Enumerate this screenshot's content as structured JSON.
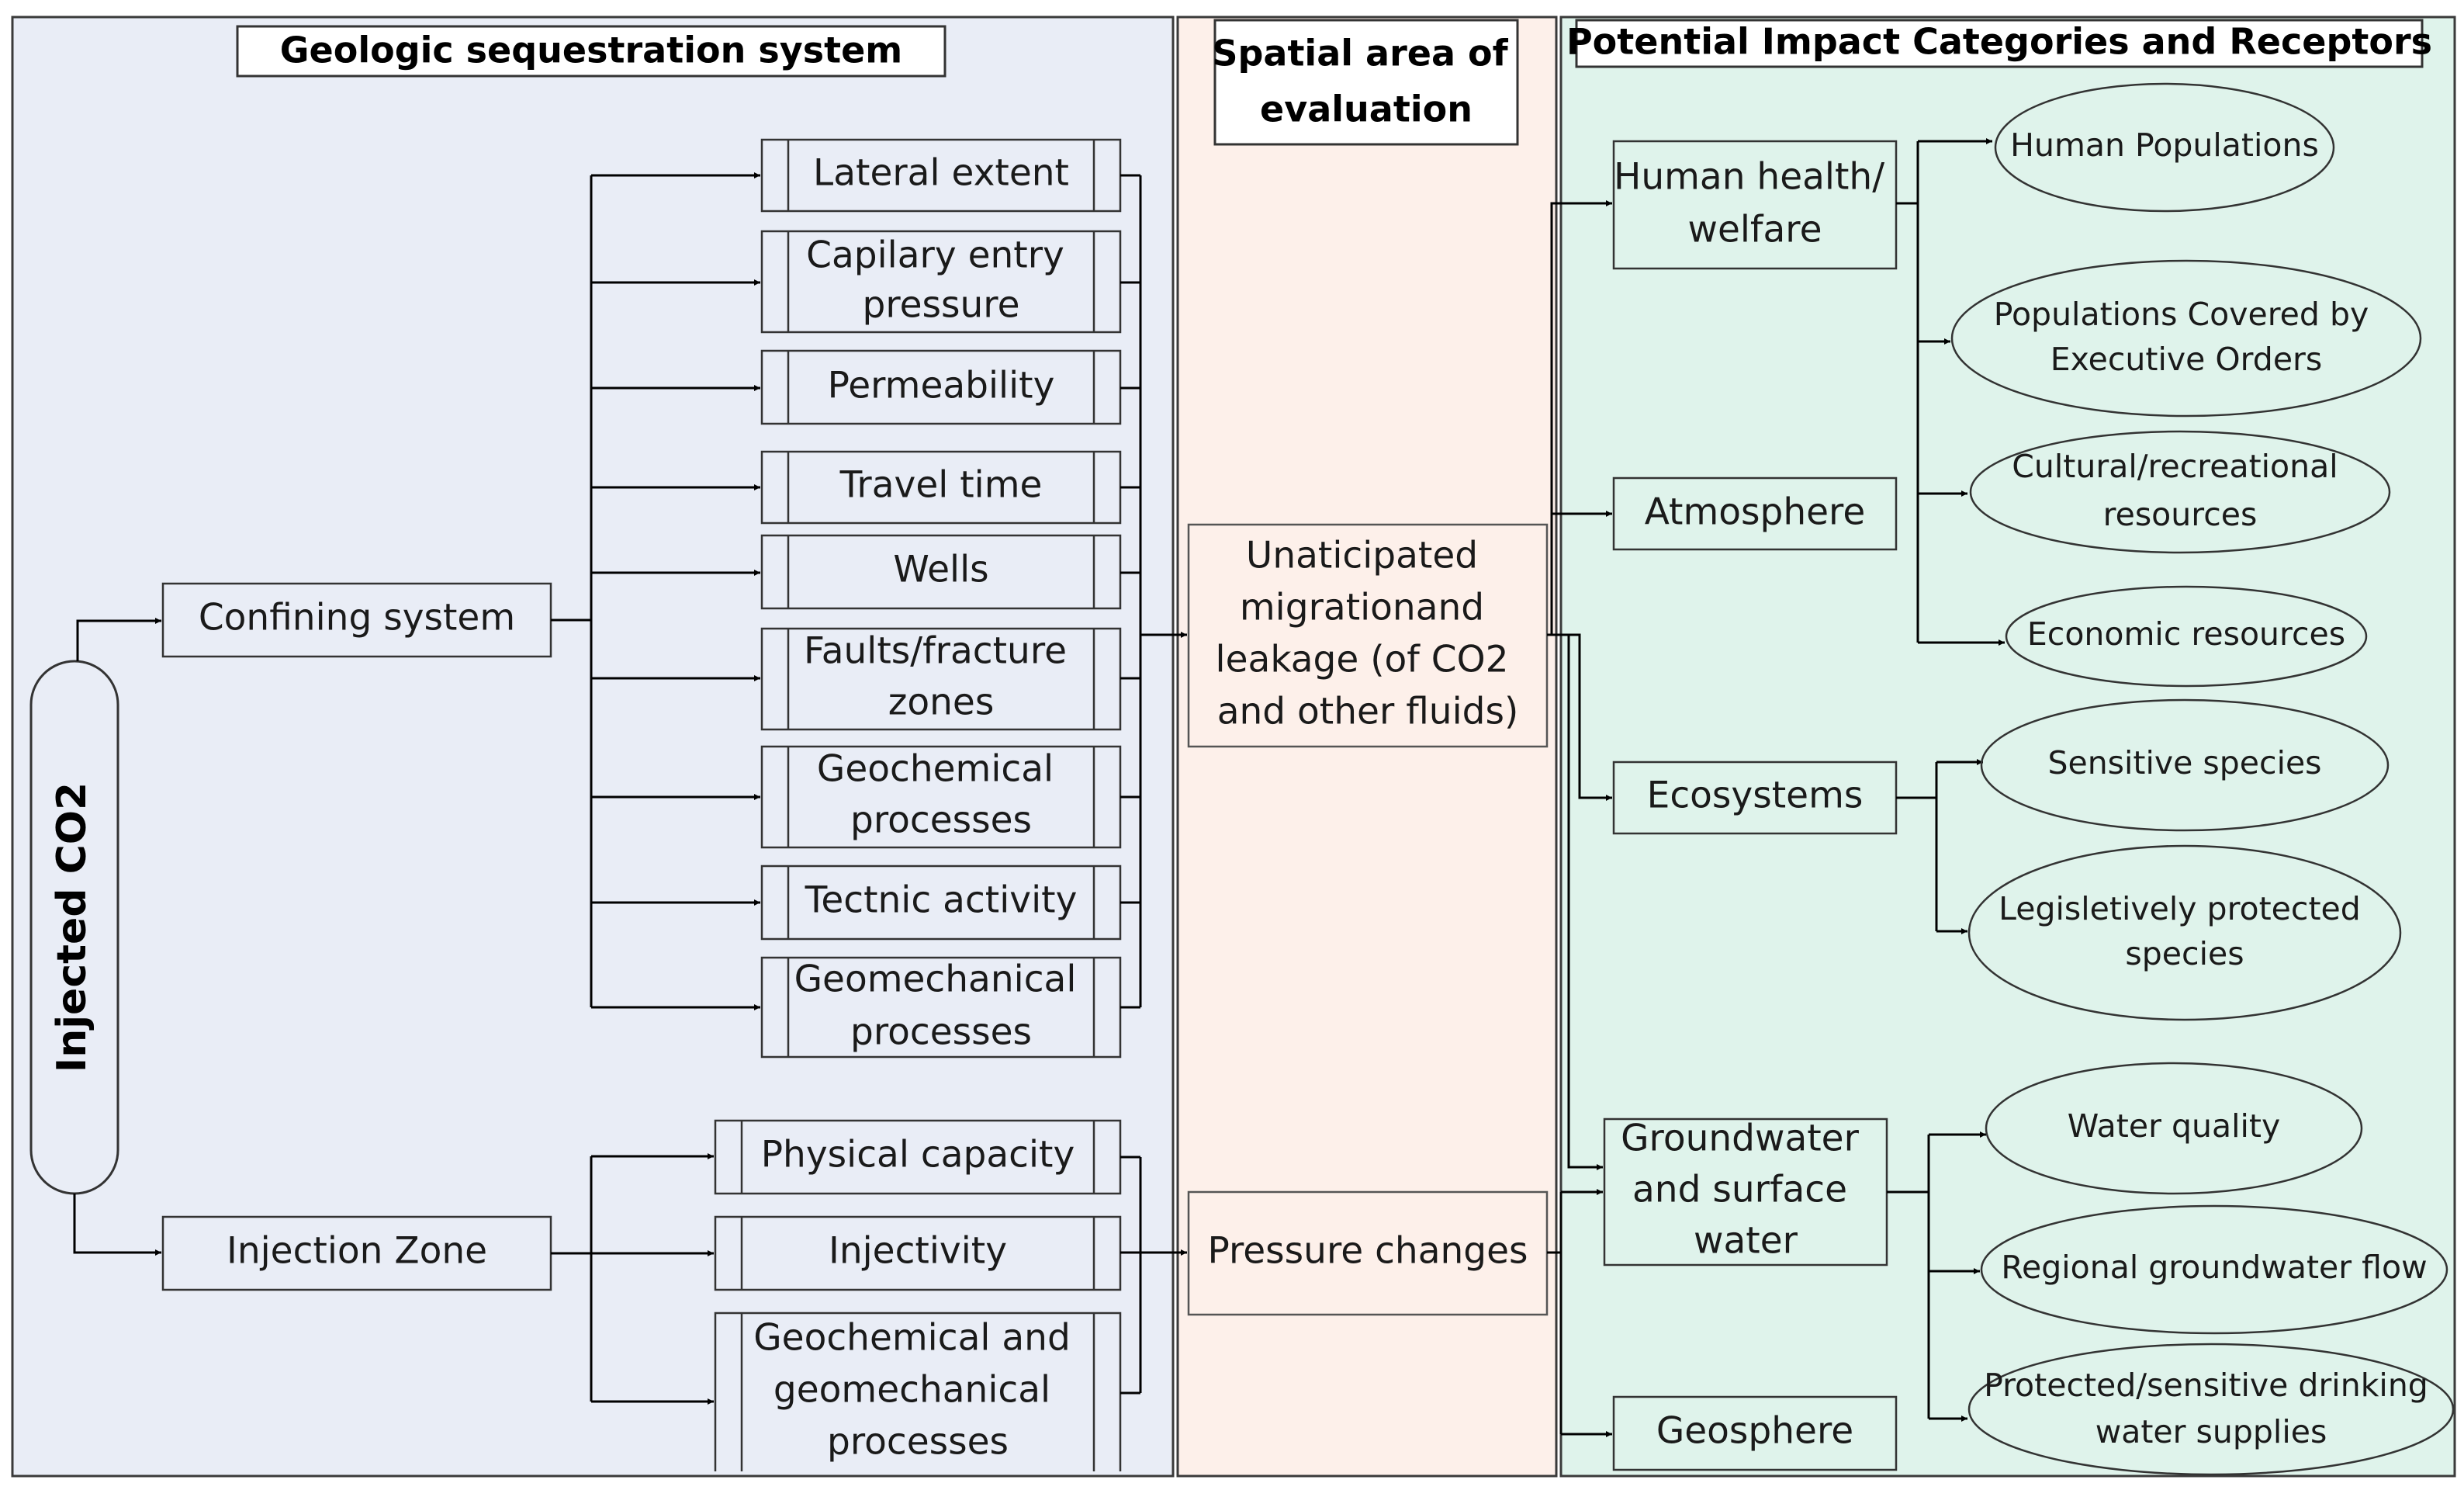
{
  "panels": {
    "geologic": "Geologic sequestration system",
    "spatial": [
      "Spatial area of",
      "evaluation"
    ],
    "impact": "Potential Impact Categories and Receptors"
  },
  "source": "Injected CO2",
  "systems": {
    "confining": "Confining system",
    "injection": "Injection Zone"
  },
  "confining_factors": [
    [
      "Lateral extent"
    ],
    [
      "Capilary entry",
      "pressure"
    ],
    [
      "Permeability"
    ],
    [
      "Travel time"
    ],
    [
      "Wells"
    ],
    [
      "Faults/fracture",
      "zones"
    ],
    [
      "Geochemical",
      "processes"
    ],
    [
      "Tectnic activity"
    ],
    [
      "Geomechanical",
      "processes"
    ]
  ],
  "injection_factors": [
    [
      "Physical capacity"
    ],
    [
      "Injectivity"
    ],
    [
      "Geochemical and",
      "geomechanical",
      "processes"
    ]
  ],
  "pathways": {
    "migration": [
      "Unaticipated",
      "migrationand",
      "leakage (of CO2",
      "and other fluids)"
    ],
    "pressure": [
      "Pressure changes"
    ]
  },
  "categories": {
    "human": [
      "Human health/",
      "welfare"
    ],
    "atmosphere": [
      "Atmosphere"
    ],
    "ecosystems": [
      "Ecosystems"
    ],
    "water": [
      "Groundwater",
      "and surface",
      "water"
    ],
    "geosphere": [
      "Geosphere"
    ]
  },
  "receptors": {
    "human_pop": [
      "Human Populations"
    ],
    "exec_orders": [
      "Populations Covered by",
      "Executive Orders"
    ],
    "cultural": [
      "Cultural/recreational",
      "resources"
    ],
    "economic": [
      "Economic resources"
    ],
    "sensitive": [
      "Sensitive species"
    ],
    "legis": [
      "Legisletively protected",
      "species"
    ],
    "water_quality": [
      "Water quality"
    ],
    "regional": [
      "Regional groundwater flow"
    ],
    "drinking": [
      "Protected/sensitive drinking",
      "water supplies"
    ]
  },
  "colors": {
    "geologic_panel": "#e9edf6",
    "spatial_panel": "#fdf0ea",
    "impact_panel": "#dff3eb",
    "border": "#3a3a3a"
  }
}
